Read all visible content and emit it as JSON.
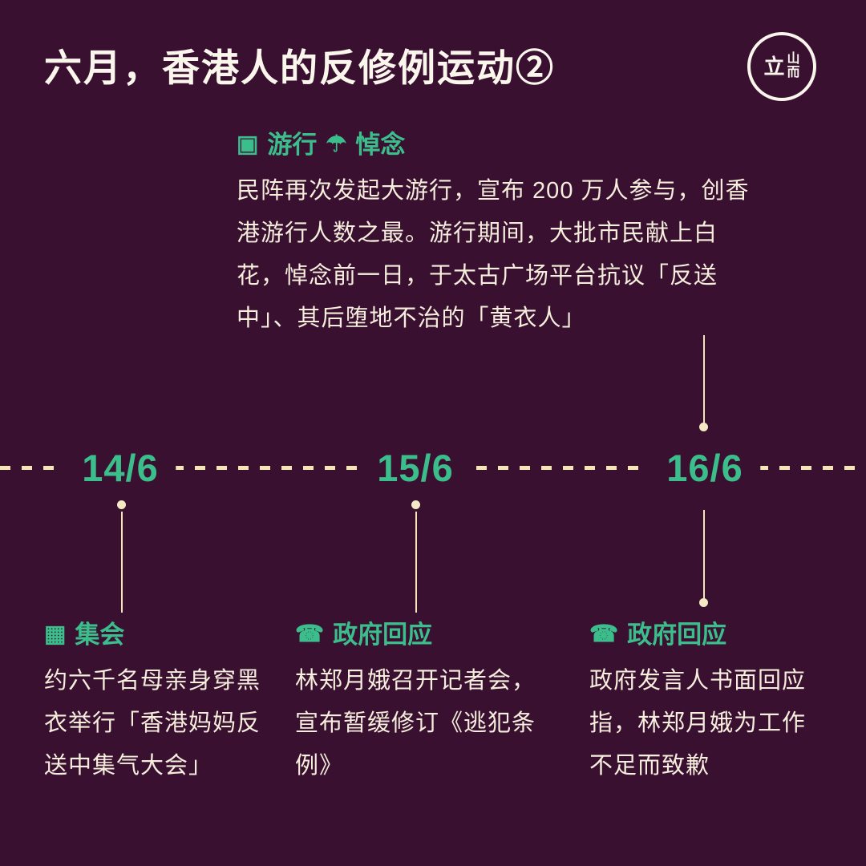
{
  "header": {
    "title": "六月，香港人的反修例运动②",
    "logo": {
      "left": "立",
      "top": "山",
      "bottom": "而"
    }
  },
  "colors": {
    "background": "#3A1031",
    "accent_green": "#3CBE8C",
    "body_cream": "#F6EEDC",
    "timeline_line": "#F3E5B4",
    "title_white": "#FAF6EC"
  },
  "top_event": {
    "icon1": "▣",
    "label1": "游行",
    "icon2": "☂",
    "label2": "悼念",
    "body": "民阵再次发起大游行，宣布 200 万人参与，创香港游行人数之最。游行期间，大批市民献上白花，悼念前一日，于太古广场平台抗议「反送中」、其后堕地不治的「黄衣人」"
  },
  "timeline": {
    "dates": [
      "14/6",
      "15/6",
      "16/6"
    ]
  },
  "events": [
    {
      "icon": "▦",
      "title": "集会",
      "body": "约六千名母亲身穿黑衣举行「香港妈妈反送中集气大会」"
    },
    {
      "icon": "☎",
      "title": "政府回应",
      "body": "林郑月娥召开记者会，宣布暂缓修订《逃犯条例》"
    },
    {
      "icon": "☎",
      "title": "政府回应",
      "body": "政府发言人书面回应指，林郑月娥为工作不足而致歉"
    }
  ]
}
